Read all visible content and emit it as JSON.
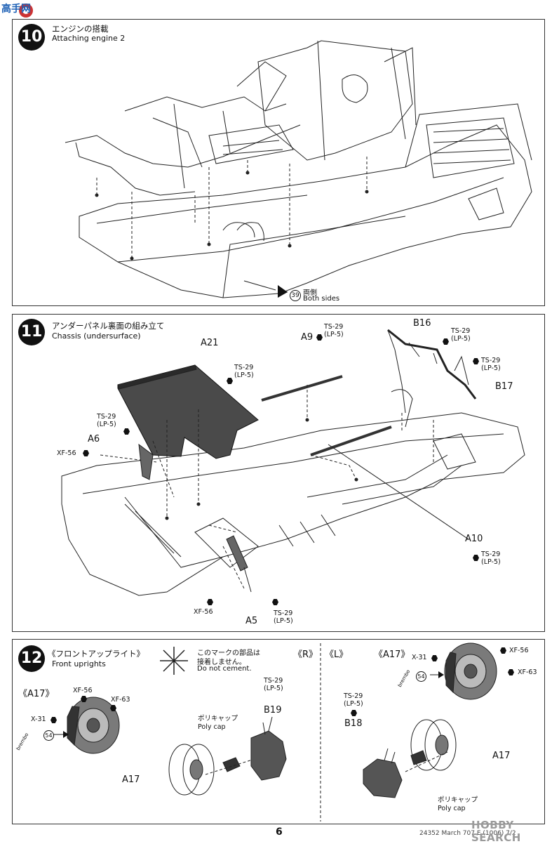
{
  "watermark_logo": "高手网",
  "steps": [
    {
      "number": "10",
      "title_jp": "エンジンの搭載",
      "title_en": "Attaching engine 2",
      "note_ref": "39",
      "note_jp": "両側",
      "note_en": "Both sides"
    },
    {
      "number": "11",
      "title_jp": "アンダーパネル裏面の組み立て",
      "title_en": "Chassis (undersurface)",
      "parts": {
        "a21": "A21",
        "a9": "A9",
        "b16": "B16",
        "b17": "B17",
        "a6": "A6",
        "a10": "A10",
        "a5": "A5"
      },
      "colors": {
        "ts29_a": "TS-29",
        "lp5_a": "(LP-5)",
        "ts29_b": "TS-29",
        "lp5_b": "(LP-5)",
        "ts29_c": "TS-29",
        "lp5_c": "(LP-5)",
        "ts29_d": "TS-29",
        "lp5_d": "(LP-5)",
        "ts29_e": "TS-29",
        "lp5_e": "(LP-5)",
        "ts29_f": "TS-29",
        "lp5_f": "(LP-5)",
        "ts29_g": "TS-29",
        "lp5_g": "(LP-5)",
        "xf56_a": "XF-56",
        "xf56_b": "XF-56"
      }
    },
    {
      "number": "12",
      "title_jp": "《フロントアップライト》",
      "title_en": "Front uprights",
      "cement_jp_1": "このマークの部品は",
      "cement_jp_2": "接着しません。",
      "cement_en": "Do not cement.",
      "right_mark": "《R》",
      "left_mark": "《L》",
      "right": {
        "a17_heading": "《A17》",
        "xf56": "XF-56",
        "xf63": "XF-63",
        "x31": "X-31",
        "ref": "54",
        "ts29": "TS-29",
        "lp5": "(LP-5)",
        "b19": "B19",
        "polycap_jp": "ポリキャップ",
        "polycap_en": "Poly cap",
        "a17": "A17",
        "brand": "brembo"
      },
      "left": {
        "a17_heading": "《A17》",
        "xf56": "XF-56",
        "xf63": "XF-63",
        "x31": "X-31",
        "ref": "54",
        "ts29": "TS-29",
        "lp5": "(LP-5)",
        "b18": "B18",
        "a17": "A17",
        "polycap_jp": "ポリキャップ",
        "polycap_en": "Poly cap",
        "brand": "brembo"
      }
    }
  ],
  "page_number": "6",
  "footer_code": "24352 March 707 E (1006) 7/2",
  "watermark_text": "HOBBY SEARCH"
}
